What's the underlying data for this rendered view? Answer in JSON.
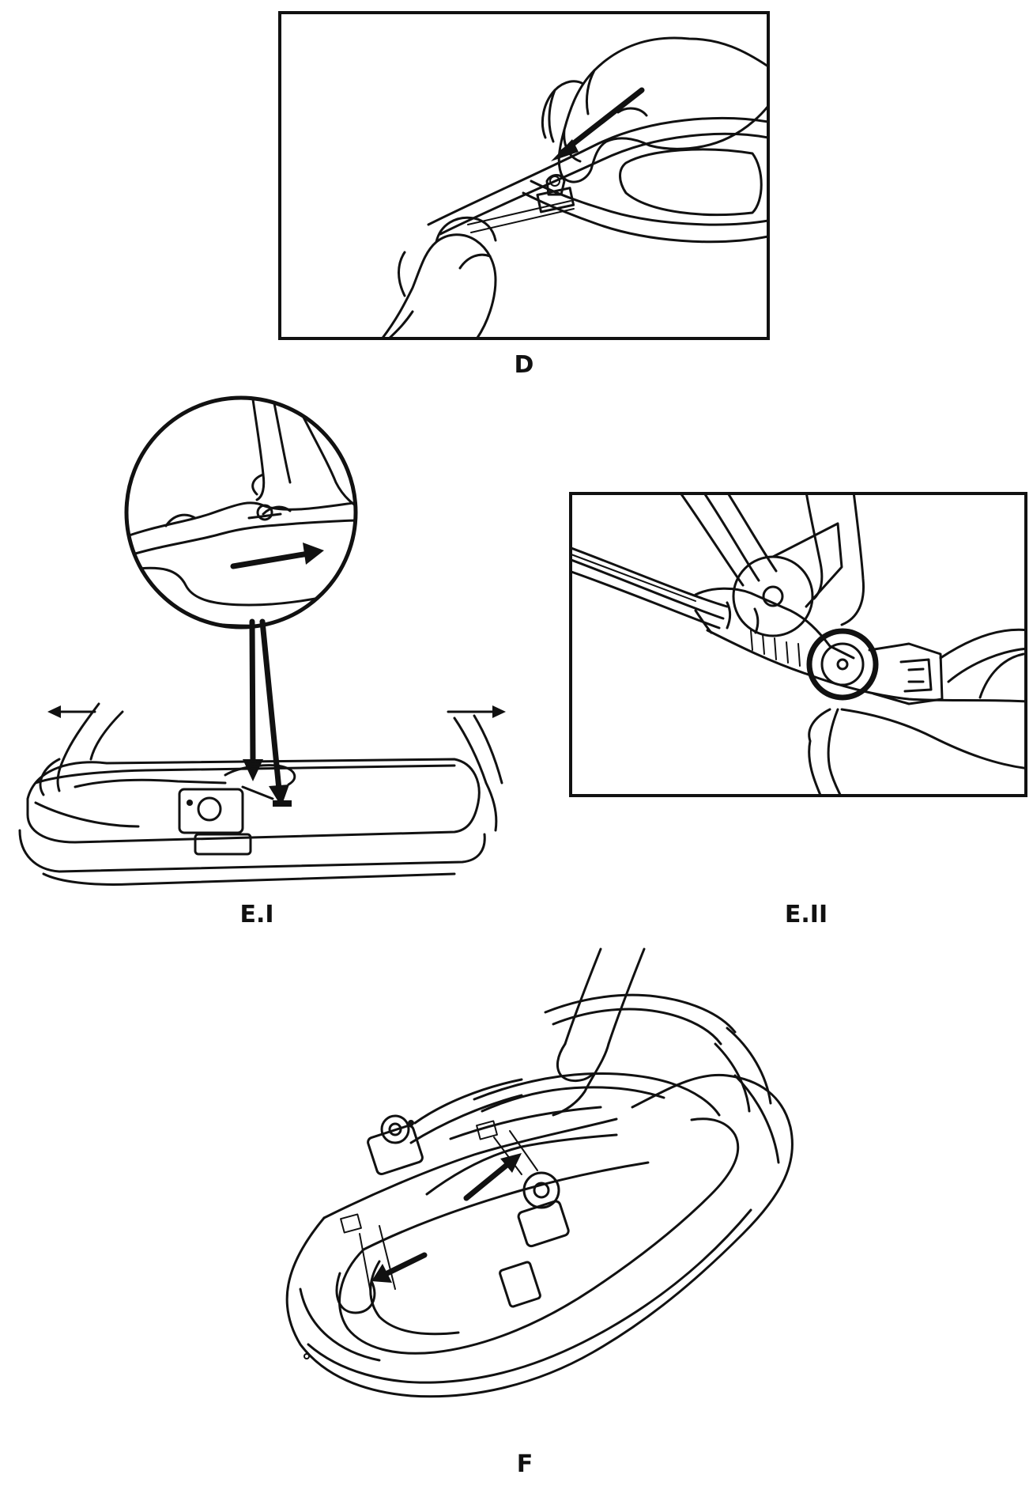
{
  "figures": {
    "d": {
      "label": "D",
      "icon": "zipper-detach-illustration"
    },
    "e1": {
      "label": "E.I",
      "icon": "bassinet-zipper-illustration"
    },
    "e2": {
      "label": "E.II",
      "icon": "hinge-button-illustration"
    },
    "f": {
      "label": "F",
      "icon": "bassinet-base-illustration"
    }
  },
  "colors": {
    "line": "#111111",
    "background": "#ffffff"
  }
}
